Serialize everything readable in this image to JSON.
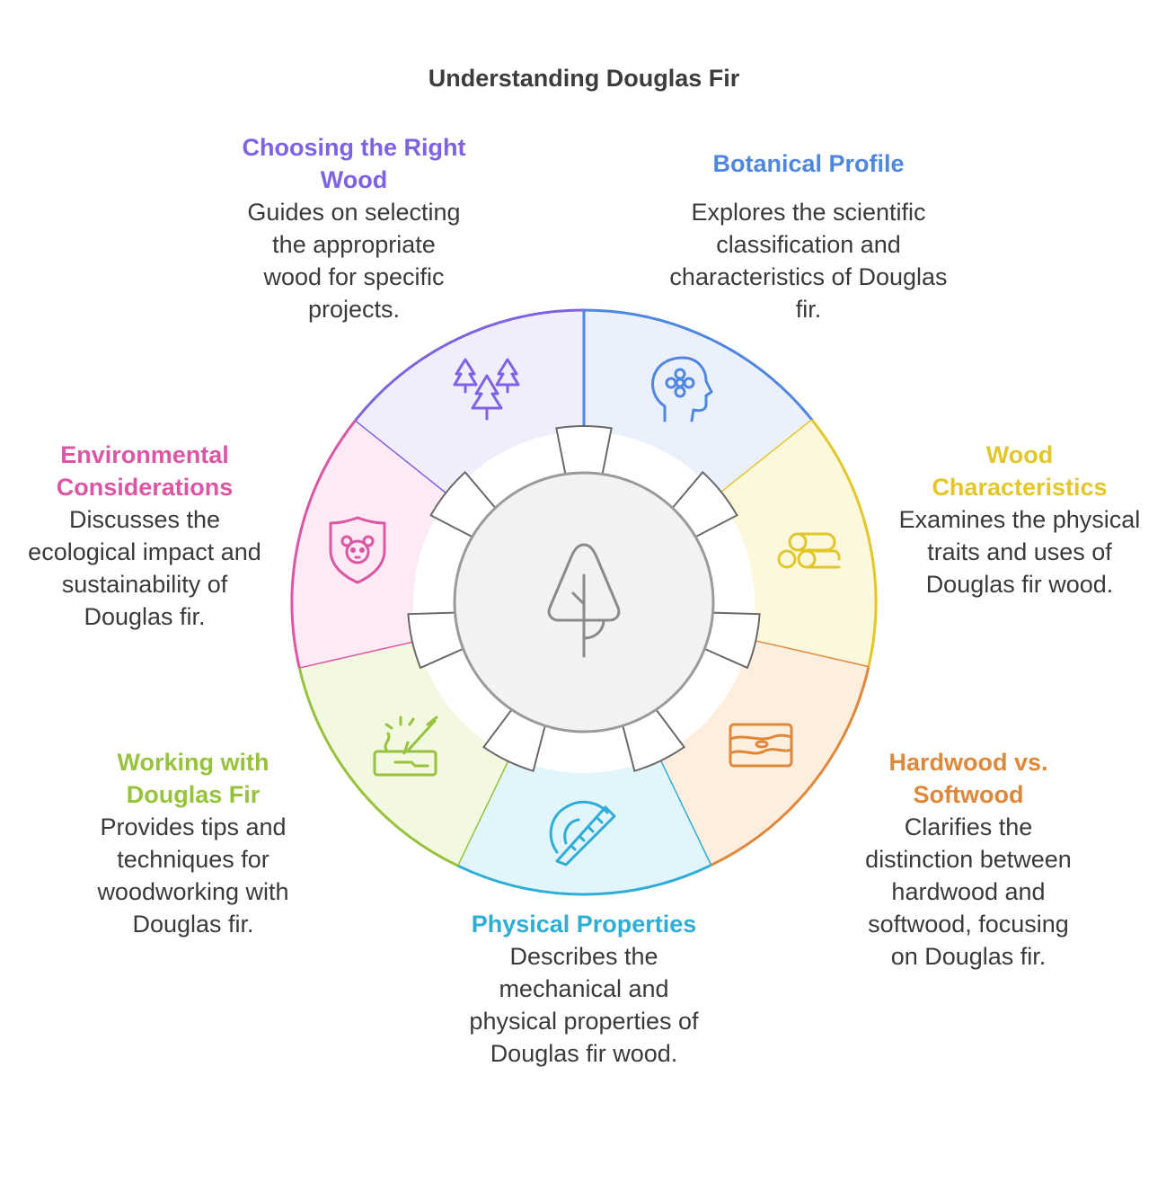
{
  "title": "Understanding Douglas Fir",
  "segments": [
    {
      "id": "botanical",
      "title": "Botanical Profile",
      "description": "Explores the scientific classification and characteristics of Douglas fir.",
      "color": "#4f86e0",
      "fill": "#eaf0fc",
      "icon": "head-flower-icon"
    },
    {
      "id": "wood",
      "title": "Wood Characteristics",
      "description": "Examines the physical traits and uses of Douglas fir wood.",
      "color": "#e3c72a",
      "fill": "#fdf8db",
      "icon": "logs-icon"
    },
    {
      "id": "hardwood",
      "title": "Hardwood vs. Softwood",
      "description": "Clarifies the distinction between hardwood and softwood, focusing on Douglas fir.",
      "color": "#e0883a",
      "fill": "#fdeede",
      "icon": "wood-grain-icon"
    },
    {
      "id": "physical",
      "title": "Physical Properties",
      "description": "Describes the mechanical and physical properties of Douglas fir wood.",
      "color": "#2eaed6",
      "fill": "#e2f5fc",
      "icon": "protractor-icon"
    },
    {
      "id": "working",
      "title": "Working with Douglas Fir",
      "description": "Provides tips and techniques for woodworking with Douglas fir.",
      "color": "#97c23c",
      "fill": "#f2f9e0",
      "icon": "chisel-wood-icon"
    },
    {
      "id": "environmental",
      "title": "Environmental Considerations",
      "description": "Discusses the ecological impact and sustainability of Douglas fir.",
      "color": "#dc56a3",
      "fill": "#fdeaf5",
      "icon": "bear-shield-icon"
    },
    {
      "id": "choosing",
      "title": "Choosing the Right Wood",
      "description": "Guides on selecting the appropriate wood for specific projects.",
      "color": "#7e62e4",
      "fill": "#f0edfc",
      "icon": "trees-icon"
    }
  ],
  "center": {
    "icon": "tree-icon",
    "color": "#8a8a8a",
    "fill": "#f2f2f2"
  }
}
